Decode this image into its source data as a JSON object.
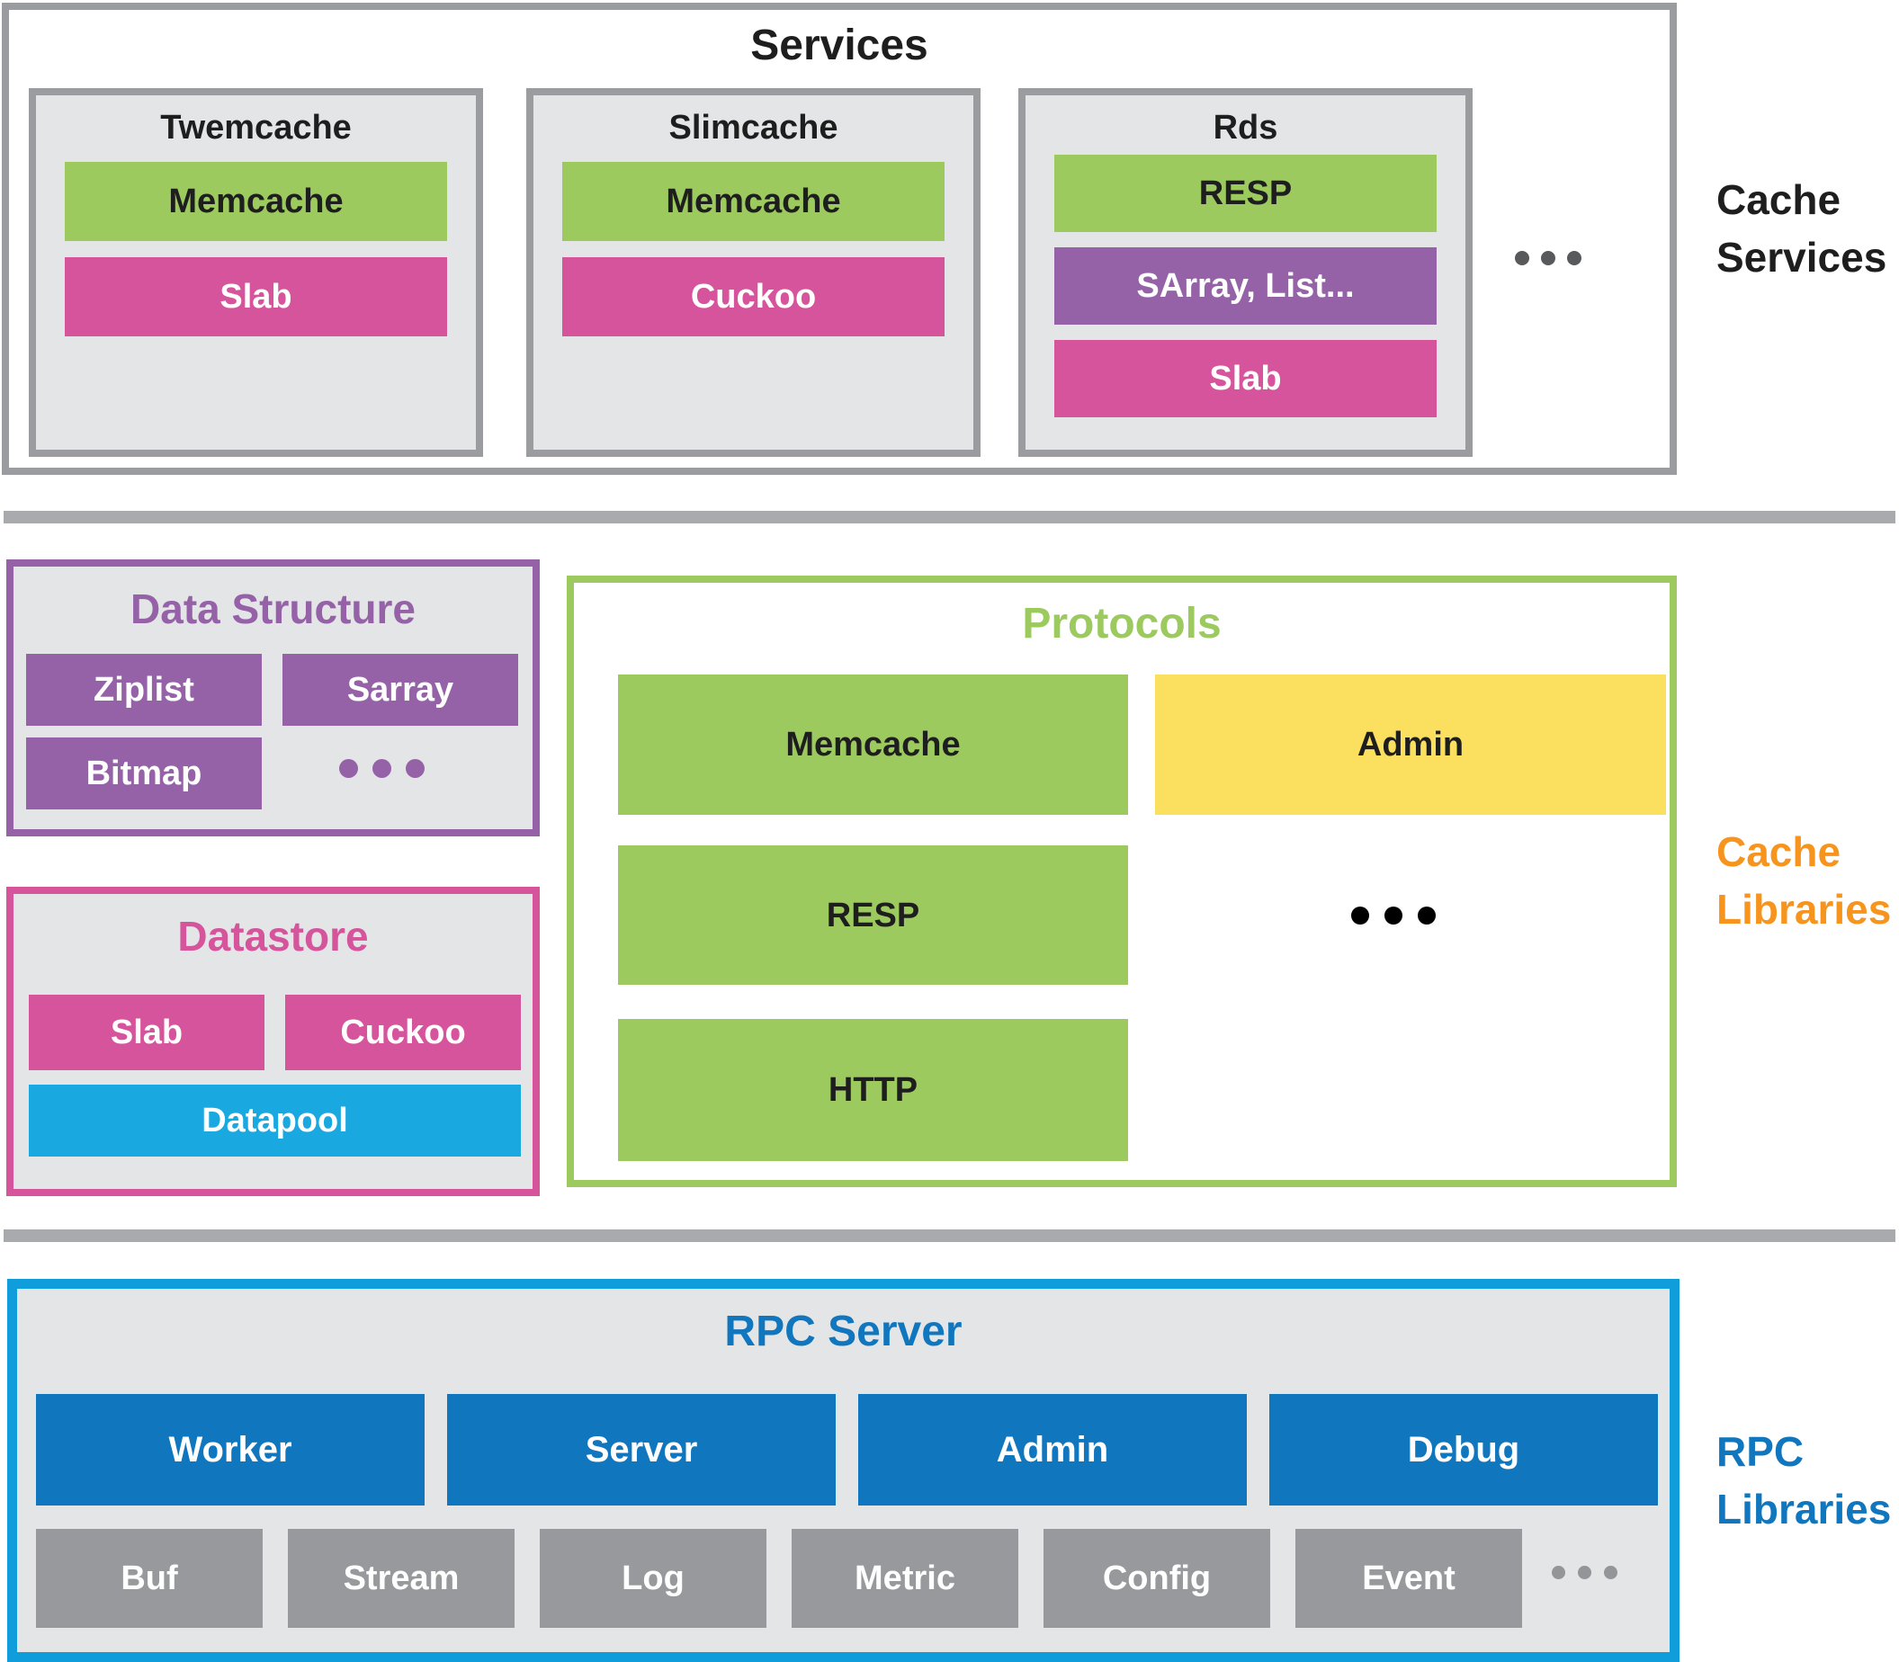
{
  "palette": {
    "green": "#9cca5f",
    "pink": "#d6549b",
    "purple": "#9562a8",
    "yellow": "#fbdf5e",
    "cyan_blue": "#19a8e0",
    "dark_blue": "#1076be",
    "gray_block": "#97999c",
    "panel_fill": "#e3e5e7",
    "panel_border": "#9a9ca0",
    "rpc_border": "#0f9ddb",
    "divider": "#a8aaad",
    "orange": "#f7941e",
    "text_black": "#1e1e1e"
  },
  "services": {
    "title": "Services",
    "side_label_line1": "Cache",
    "side_label_line2": "Services",
    "ellipsis": "...",
    "boxes": [
      {
        "title": "Twemcache",
        "blocks": [
          {
            "label": "Memcache",
            "color": "green"
          },
          {
            "label": "Slab",
            "color": "pink"
          }
        ]
      },
      {
        "title": "Slimcache",
        "blocks": [
          {
            "label": "Memcache",
            "color": "green"
          },
          {
            "label": "Cuckoo",
            "color": "pink"
          }
        ]
      },
      {
        "title": "Rds",
        "blocks": [
          {
            "label": "RESP",
            "color": "green"
          },
          {
            "label": "SArray, List...",
            "color": "purple"
          },
          {
            "label": "Slab",
            "color": "pink"
          }
        ]
      }
    ]
  },
  "cache_libraries": {
    "side_label_line1": "Cache",
    "side_label_line2": "Libraries",
    "data_structure": {
      "title": "Data Structure",
      "ellipsis": "...",
      "blocks": [
        {
          "label": "Ziplist",
          "color": "purple"
        },
        {
          "label": "Sarray",
          "color": "purple"
        },
        {
          "label": "Bitmap",
          "color": "purple"
        }
      ]
    },
    "datastore": {
      "title": "Datastore",
      "blocks": [
        {
          "label": "Slab",
          "color": "pink"
        },
        {
          "label": "Cuckoo",
          "color": "pink"
        }
      ],
      "wide_block": {
        "label": "Datapool",
        "color": "cyan_blue"
      }
    },
    "protocols": {
      "title": "Protocols",
      "ellipsis": "...",
      "blocks": [
        {
          "label": "Memcache",
          "color": "green"
        },
        {
          "label": "Admin",
          "color": "yellow"
        },
        {
          "label": "RESP",
          "color": "green"
        },
        {
          "label": "HTTP",
          "color": "green"
        }
      ]
    }
  },
  "rpc": {
    "title": "RPC Server",
    "side_label_line1": "RPC",
    "side_label_line2": "Libraries",
    "ellipsis": "...",
    "blue_blocks": [
      {
        "label": "Worker",
        "color": "dark_blue"
      },
      {
        "label": "Server",
        "color": "dark_blue"
      },
      {
        "label": "Admin",
        "color": "dark_blue"
      },
      {
        "label": "Debug",
        "color": "dark_blue"
      }
    ],
    "gray_blocks": [
      {
        "label": "Buf",
        "color": "gray_block"
      },
      {
        "label": "Stream",
        "color": "gray_block"
      },
      {
        "label": "Log",
        "color": "gray_block"
      },
      {
        "label": "Metric",
        "color": "gray_block"
      },
      {
        "label": "Config",
        "color": "gray_block"
      },
      {
        "label": "Event",
        "color": "gray_block"
      }
    ]
  }
}
